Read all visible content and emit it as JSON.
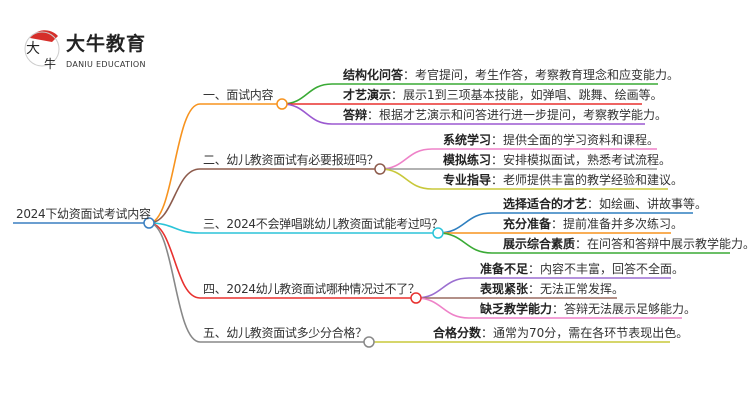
{
  "logo": {
    "brand_cn": "大牛教育",
    "brand_en": "DANIU EDUCATION",
    "mark_text": "大牛"
  },
  "root": {
    "label": "2024下幼资面试考试内容",
    "color": "#3a7fc1"
  },
  "branches": [
    {
      "label": "一、面试内容",
      "color": "#f7931e",
      "children": [
        {
          "key": "结构化问答",
          "text": "：考官提问，考生作答，考察教育理念和应变能力。",
          "color": "#3aaa35"
        },
        {
          "key": "才艺演示",
          "text": "：展示1到三项基本技能，如弹唱、跳舞、绘画等。",
          "color": "#e8312f"
        },
        {
          "key": "答辩",
          "text": "：根据才艺演示和问答进行进一步提问，考察教学能力。",
          "color": "#9b59d0"
        }
      ]
    },
    {
      "label": "二、幼儿教资面试有必要报班吗？",
      "color": "#8d5b4c",
      "children": [
        {
          "key": "系统学习",
          "text": "：提供全面的学习资料和课程。",
          "color": "#ee82c8"
        },
        {
          "key": "模拟练习",
          "text": "：安排模拟面试，熟悉考试流程。",
          "color": "#999999"
        },
        {
          "key": "专业指导",
          "text": "：老师提供丰富的教学经验和建议。",
          "color": "#c8c83a"
        }
      ]
    },
    {
      "label": "三、2024不会弹唱跳幼儿教资面试能考过吗？",
      "color": "#2bc4d8",
      "children": [
        {
          "key": "选择适合的才艺",
          "text": "：如绘画、讲故事等。",
          "color": "#2e7fbf"
        },
        {
          "key": "充分准备",
          "text": "：提前准备并多次练习。",
          "color": "#f7931e"
        },
        {
          "key": "展示综合素质",
          "text": "：在问答和答辩中展示教学能力。",
          "color": "#3aaa35"
        }
      ]
    },
    {
      "label": "四、2024幼儿教资面试哪种情况过不了？",
      "color": "#e8312f",
      "children": [
        {
          "key": "准备不足",
          "text": "：内容不丰富，回答不全面。",
          "color": "#9b6fd0"
        },
        {
          "key": "表现紧张",
          "text": "：无法正常发挥。",
          "color": "#9a6b60"
        },
        {
          "key": "缺乏教学能力",
          "text": "：答辩无法展示足够能力。",
          "color": "#ee82c8"
        }
      ]
    },
    {
      "label": "五、幼儿教资面试多少分合格？",
      "color": "#888888",
      "children": [
        {
          "key": "合格分数",
          "text": "：通常为70分，需在各环节表现出色。",
          "color": "#c8c83a"
        }
      ]
    }
  ]
}
